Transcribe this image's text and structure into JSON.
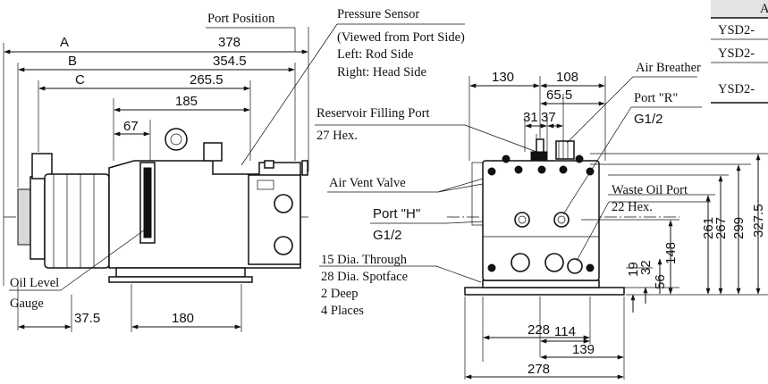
{
  "left_view": {
    "dim_A_label": "A",
    "dim_A_value": "378",
    "dim_B_label": "B",
    "dim_B_value": "354.5",
    "dim_C_label": "C",
    "dim_C_value": "265.5",
    "dim_185": "185",
    "dim_67": "67",
    "dim_37_5": "37.5",
    "dim_180": "180",
    "port_position": "Port Position",
    "pressure_sensor_title": "Pressure Sensor",
    "pressure_sensor_line1": "(Viewed from Port Side)",
    "pressure_sensor_line2": "Left: Rod Side",
    "pressure_sensor_line3": "Right: Head Side",
    "oil_level_line1": "Oil Level",
    "oil_level_line2": "Gauge"
  },
  "middle_labels": {
    "reservoir_line1": "Reservoir Filling Port",
    "reservoir_line2": "27 Hex.",
    "air_vent_valve": "Air Vent Valve",
    "port_h_line1": "Port \"H\"",
    "port_h_line2": "G1/2",
    "spotface_line1": "15 Dia. Through",
    "spotface_line2": "28 Dia. Spotface",
    "spotface_line3": "2 Deep",
    "spotface_line4": "4 Places"
  },
  "right_view": {
    "dim_130": "130",
    "dim_108": "108",
    "dim_65_5": "65.5",
    "dim_31": "31",
    "dim_37": "37",
    "air_breather": "Air Breather",
    "port_r_line1": "Port \"R\"",
    "port_r_line2": "G1/2",
    "waste_oil_line1": "Waste Oil Port",
    "waste_oil_line2": "22 Hex.",
    "dim_19": "19",
    "dim_32": "32",
    "dim_56": "56",
    "dim_148": "148",
    "dim_261": "261",
    "dim_267": "267",
    "dim_299": "299",
    "dim_327_5": "327.5",
    "dim_114": "114",
    "dim_228": "228",
    "dim_139": "139",
    "dim_278": "278"
  },
  "table": {
    "header_fragment": "A",
    "rows": [
      "YSD2-",
      "YSD2-",
      "YSD2-"
    ]
  }
}
